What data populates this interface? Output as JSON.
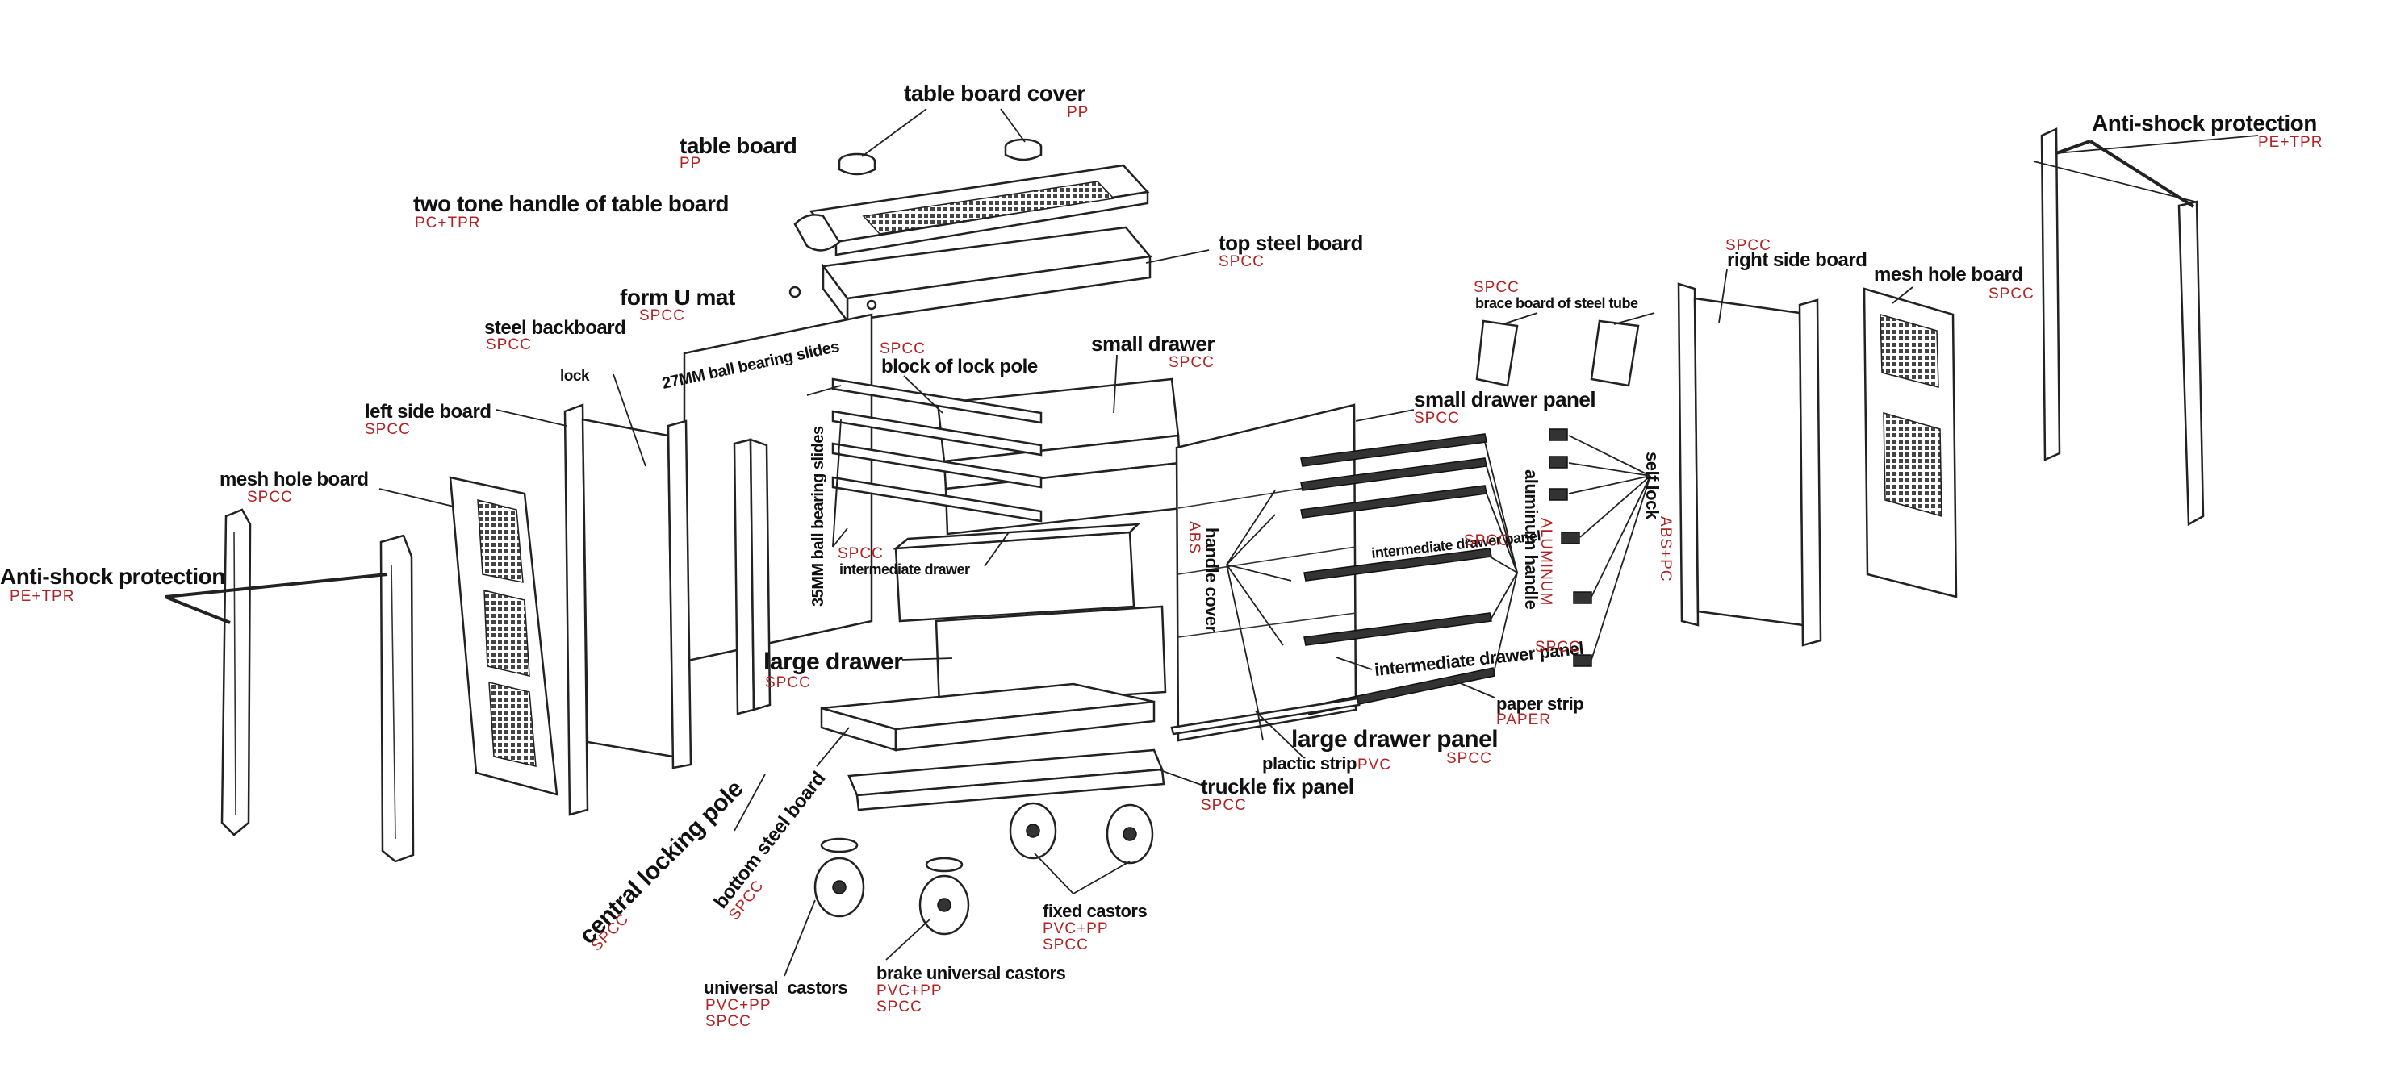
{
  "colors": {
    "label": "#111111",
    "material": "#b22222",
    "leader": "#222222"
  },
  "labels": {
    "table_board_cover": {
      "name": "table board cover",
      "material": "PP"
    },
    "table_board": {
      "name": "table board",
      "material": "PP"
    },
    "two_tone_handle": {
      "name": "two tone handle of table board",
      "material": "PC+TPR"
    },
    "top_steel_board": {
      "name": "top steel board",
      "material": "SPCC"
    },
    "form_u_mat": {
      "name": "form U mat",
      "material": "SPCC"
    },
    "steel_backboard": {
      "name": "steel backboard",
      "material": "SPCC"
    },
    "slides_27mm": {
      "name": "27MM ball bearing slides",
      "material": "SPCC"
    },
    "block_of_lock_pole": {
      "name": "block of lock pole"
    },
    "small_drawer": {
      "name": "small drawer",
      "material": "SPCC"
    },
    "lock": {
      "name": "lock"
    },
    "left_side_board": {
      "name": "left side board",
      "material": "SPCC"
    },
    "mesh_hole_board_left": {
      "name": "mesh hole board",
      "material": "SPCC"
    },
    "anti_shock_left": {
      "name": "Anti-shock protection",
      "material": "PE+TPR"
    },
    "slides_35mm": {
      "name": "35MM ball bearing slides"
    },
    "intermediate_drawer": {
      "name": "intermediate drawer",
      "material": "SPCC"
    },
    "large_drawer": {
      "name": "large drawer",
      "material": "SPCC"
    },
    "bottom_steel_board": {
      "name": "bottom steel board",
      "material": "SPCC"
    },
    "central_locking_pole": {
      "name": "central locking pole",
      "material": "SPCC"
    },
    "universal_castors": {
      "name": "universal  castors",
      "material": "PVC+PP",
      "material2": "SPCC"
    },
    "brake_universal_castors": {
      "name": "brake universal castors",
      "material": "PVC+PP",
      "material2": "SPCC"
    },
    "fixed_castors": {
      "name": "fixed castors",
      "material": "PVC+PP",
      "material2": "SPCC"
    },
    "truckle_fix_panel": {
      "name": "truckle fix panel",
      "material": "SPCC"
    },
    "plactic_strip": {
      "name": "plactic strip",
      "material": "PVC"
    },
    "large_drawer_panel": {
      "name": "large drawer panel",
      "material": "SPCC"
    },
    "handle_cover": {
      "name": "handle cover",
      "material": "ABS"
    },
    "small_drawer_panel": {
      "name": "small drawer panel",
      "material": "SPCC"
    },
    "intermediate_drawer_panel_upper": {
      "name": "intermediate drawer panel",
      "material": "SPCC"
    },
    "intermediate_drawer_panel_lower": {
      "name": "intermediate drawer panel",
      "material": "SPCC"
    },
    "paper_strip": {
      "name": "paper strip",
      "material": "PAPER"
    },
    "aluminum_handle": {
      "name": "aluminum handle",
      "material": "ALUMINUM"
    },
    "brace_board": {
      "name": "brace board of steel tube",
      "material": "SPCC"
    },
    "self_lock": {
      "name": "self lock",
      "material": "ABS+PC"
    },
    "right_side_board": {
      "name": "right side board",
      "material": "SPCC"
    },
    "mesh_hole_board_right": {
      "name": "mesh hole board",
      "material": "SPCC"
    },
    "anti_shock_right": {
      "name": "Anti-shock protection",
      "material": "PE+TPR"
    }
  }
}
